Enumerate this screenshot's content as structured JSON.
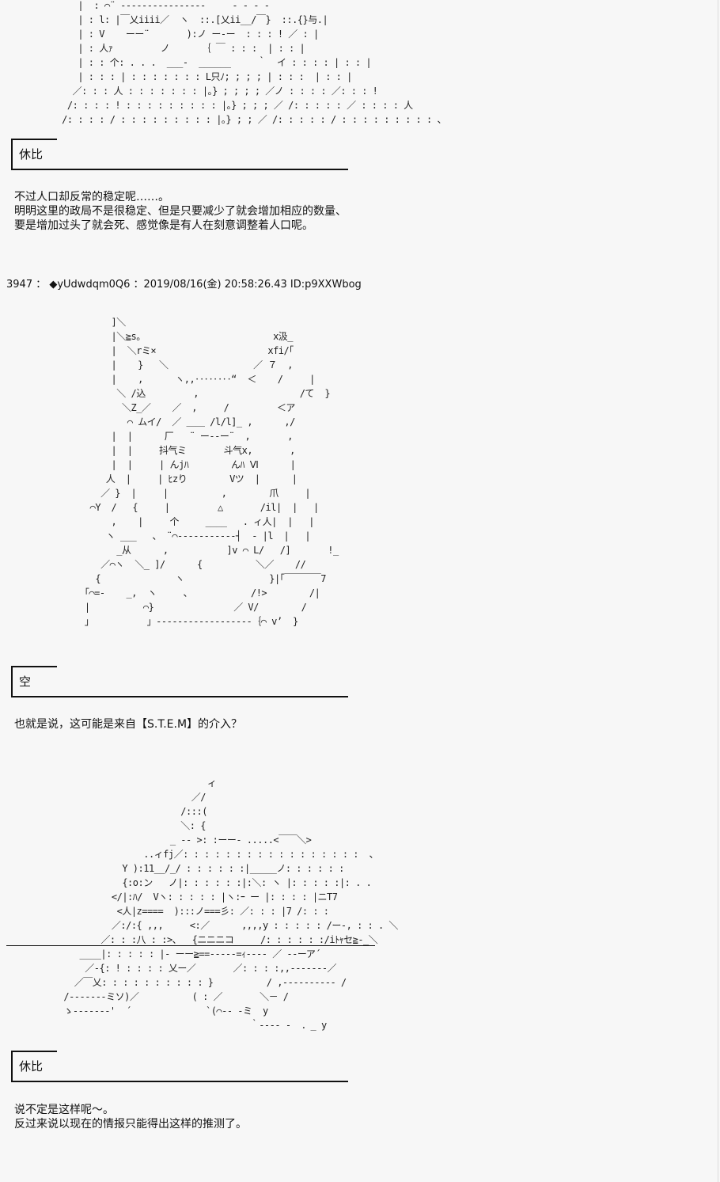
{
  "art": {
    "top": "      |  : ⌒¨ ‐‐‐‐‐‐‐‐‐‐‐‐‐‐‐‐     ‐ ‐ ‐ ‐\n      | : l: |￣乂iiii／  ヽ  ::.[乂ii__/￣}  ::.{}与.|\n      | : V    ーー¨       ):ノ ー‐ー  : : : ! ／ : |\n      | : 人ｧ         ノ      ｛ ￣ : : :  | : : |\n      | : : 个: . . .  ___-  ______     ｀  イ : : : : | : : |\n      | : : : | : : : : : : : L只ﾉ; ; ; ; | : : :  | : : |\n     ／: : : 人 : : : : : : : |｡} ; ; ; ; ／ノ : : : : ／: : : !\n    /: : : : ! : : : : : : : : : |｡} ; ; ; ／ /: : : : : ／ : : : : 人\n   /: : : : / : : : : : : : : : |｡} ; ; ／ /: : : : : / : : : : : : : : : 、",
    "cat": "         ]＼\n         |＼≧s。                        x汲_\n         |  ＼rミ×                     xfi/｢\n         |    }   ＼                ／ ７  ,\n         |    ,      ヽ,,‥‥‥‥“  ＜    /     |\n          ＼ /込         ,                   /て  }\n           ＼Z_／    ／  ,     /         ＜ア\n            ⌒ ムイ/  ／ ＿＿ /l/l]_ ,      ,/\n         |  |      厂   ¨ ー‐‐ー¨  ,       ,\n         |  |     抖气ミ       斗气x,       ,\n         |  |     | んjﾊ        んﾊ Ⅵ      |\n        人  |     | ﾋzり        Vツ  |      |\n       ／ }  |     |          ,        爪     |\n     ⌒Y  /   {     |         △       /il|  |   |\n         ,    |     个     ____   . ィ人|  |   |\n        ヽ ___   、 ¨⌒‐‐‐‐‐‐‐‐‐‐‐┤  ‐ |l  |   |\n          _从      ,           ]v ⌒ L/   /]       !_\n       ／⌒ヽ  ＼_ ]/      {          ＼／    //\n      {              ヽ                }|｢￣￣￣￣7\n    ｢⌒=-    _,  ヽ     、           /!>        /|\n    |          ⌒}               ／ V/        /\n    」          」‐‐‐‐‐‐‐‐‐‐‐‐‐‐‐‐‐‐｛⌒ v’  }",
    "sprite": "                                 ィ\n                              ／/\n                            /:::(\n                            ＼: {\n                          _ -‐ >: :ーー- .....<￣￣＼>\n                     ..ィfj／: : : : : : : : : : : : : : : : :  、\n                 Y ):11__/_/ : : : : : :|_____ノ: : : : : :\n                 {:o:ン   ノ|: : : : : :|:＼: ヽ |: : : : :|: . .\n               </|:ﾊ/  Vヽ: : : : : |ヽ:ｰ ー |: : : : |ニT7\n                <人|z====  ):::ノ===彡: ／: : : |7 /: : :\n               ／:/:{ ,,,     <:／      ,,,,y : : : : : /ー-, : : . ＼\n             ／: : :八 : :>、  {ニニニコ     /: : : : : :/iﾄｬセ≧-_＼\n         ____|: : : : : |‐ ーー≧==‐‐‐‐‐=ｨ‐‐‐‐ ／ ‐‐ーア´\n          ／-{: ! : : : : 乂ー／       ／: : : :,,‐‐‐‐‐‐‐／\n        ／￣乂: : : : : : : : : : }          / ,‐‐‐‐‐‐‐‐‐‐ /\n      /-‐‐‐‐‐‐ミソ)／          ( : ／       ＼－ /\n      ゝ‐‐‐‐‐‐‐'  ´              `(⌒‐‐ ‐ミ  y\n                                         ｀‐‐‐‐ ‐  ．_ y"
  },
  "blocks": [
    {
      "speaker": "休比",
      "lines": "不过人口却反常的稳定呢……。\n明明这里的政局不是很稳定、但是只要减少了就会增加相应的数量、\n要是增加过头了就会死、感觉像是有人在刻意调整着人口呢。"
    },
    {
      "speaker": "空",
      "lines": "也就是说，这可能是来自【S.T.E.M】的介入？"
    },
    {
      "speaker": "休比",
      "lines": "说不定是这样呢～。\n反过来说以现在的情报只能得出这样的推测了。"
    }
  ],
  "post": {
    "header": "3947 ： ◆yUdwdqm0Q6 ：2019/08/16(金) 20:58:26.43 ID:p9XXWbog"
  }
}
